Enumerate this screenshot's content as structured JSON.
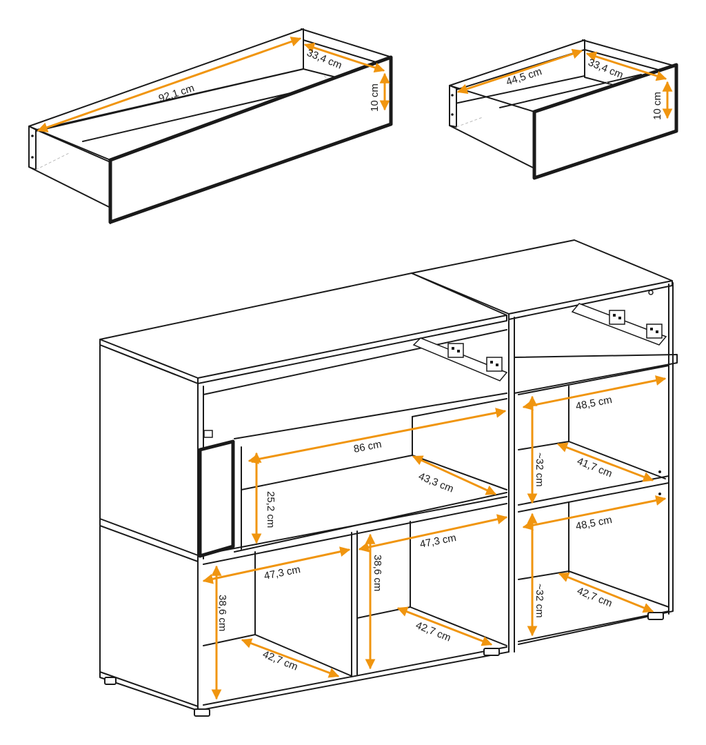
{
  "dimensions": {
    "drawer_large_width": "92,1 cm",
    "drawer_large_depth": "33,4 cm",
    "drawer_large_height": "10 cm",
    "drawer_small_width": "44,5 cm",
    "drawer_small_depth": "33,4 cm",
    "drawer_small_height": "10 cm",
    "upper_left_width": "86 cm",
    "upper_left_depth": "43,3 cm",
    "upper_left_height": "25,2 cm",
    "lower_left_width": "47,3 cm",
    "lower_left_depth": "42,7 cm",
    "lower_left_height": "38,6 cm",
    "lower_mid_width": "47,3 cm",
    "lower_mid_depth": "42,7 cm",
    "lower_mid_height": "38,6 cm",
    "right_upper_width": "48,5 cm",
    "right_upper_depth": "41,7 cm",
    "right_upper_height": "~32 cm",
    "right_lower_width": "48,5 cm",
    "right_lower_depth": "42,7 cm",
    "right_lower_height": "~32 cm"
  },
  "colors": {
    "dimension_arrow": "#f0950f",
    "line": "#1a1a1a"
  }
}
